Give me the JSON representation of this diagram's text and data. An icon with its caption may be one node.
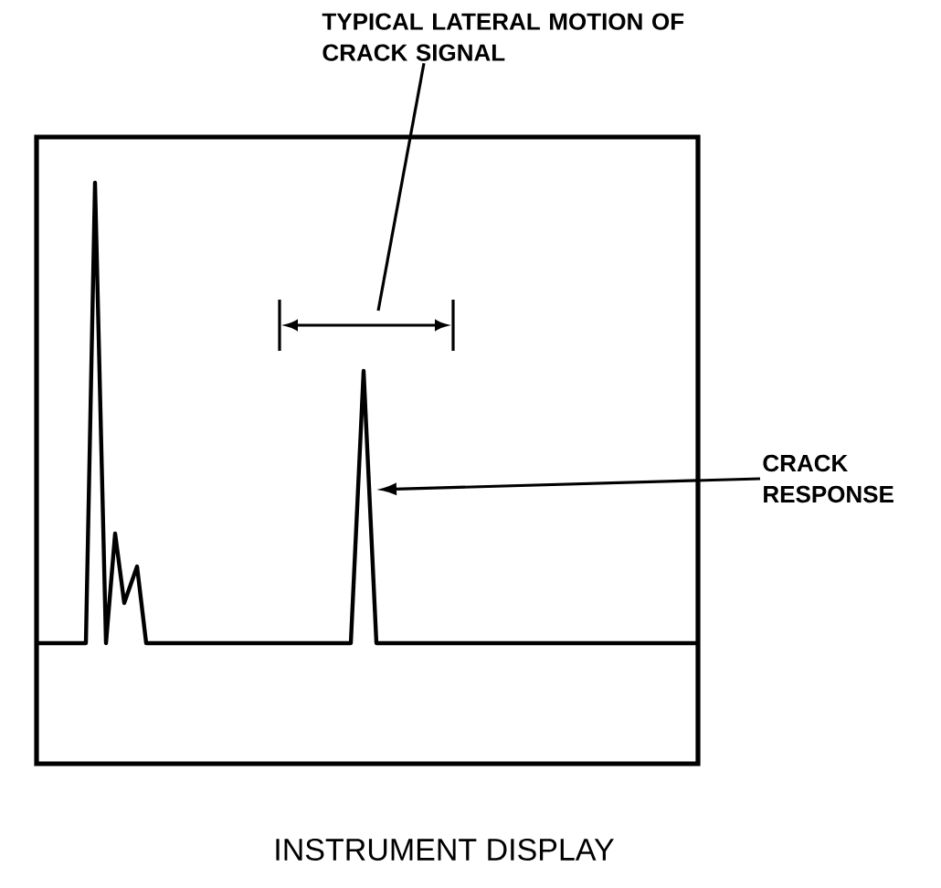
{
  "diagram": {
    "caption": "INSTRUMENT DISPLAY",
    "nodes": [
      {
        "text": [
          "TYPICAL LATERAL MOTION OF CRACK SIGNAL"
        ]
      },
      {
        "text": [
          "CRACK RESPONSE"
        ]
      }
    ],
    "edges": [
      {
        "from": 0,
        "to": null,
        "arrow": "none"
      },
      {
        "from": 1,
        "to": null,
        "arrow": "to"
      }
    ]
  }
}
